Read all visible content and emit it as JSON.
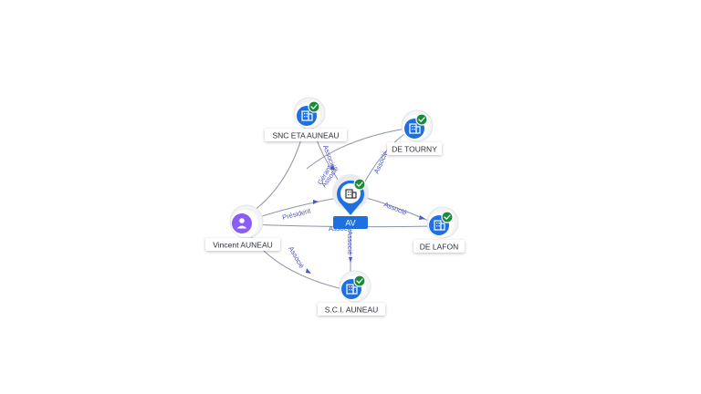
{
  "graph": {
    "center": {
      "id": "av",
      "label": "AV",
      "icon": "building-icon",
      "verified": true
    },
    "nodes": [
      {
        "id": "snc",
        "label": "SNC ETA AUNEAU",
        "type": "company",
        "icon": "building-icon",
        "verified": true
      },
      {
        "id": "tourny",
        "label": "DE TOURNY",
        "type": "company",
        "icon": "building-icon",
        "verified": true
      },
      {
        "id": "lafon",
        "label": "DE LAFON",
        "type": "company",
        "icon": "building-icon",
        "verified": true
      },
      {
        "id": "sci",
        "label": "S.C.I. AUNEAU",
        "type": "company",
        "icon": "building-icon",
        "verified": true
      },
      {
        "id": "vincent",
        "label": "Vincent AUNEAU",
        "type": "person",
        "icon": "person-icon",
        "verified": false
      }
    ],
    "edges": [
      {
        "from": "vincent",
        "to": "av",
        "label": "Président"
      },
      {
        "from": "vincent",
        "to": "snc",
        "label": "Gérant"
      },
      {
        "from": "vincent",
        "to": "sci",
        "label": "Associé"
      },
      {
        "from": "vincent",
        "to": "lafon",
        "label": ""
      },
      {
        "from": "av",
        "to": "snc",
        "label": "Associé"
      },
      {
        "from": "snc",
        "to": "av",
        "label": "Associé"
      },
      {
        "from": "av",
        "to": "tourny",
        "label": "Associé"
      },
      {
        "from": "av",
        "to": "lafon",
        "label": "Associé"
      },
      {
        "from": "av",
        "to": "sci",
        "label": "Associé"
      },
      {
        "from": "av",
        "to": "vincent",
        "label": "Associé"
      }
    ]
  },
  "colors": {
    "company": "#1f6fe0",
    "person": "#8b5cf6",
    "verified": "#1a8a3a",
    "edge": "#8c93a8",
    "edge_label": "#4a55c8"
  }
}
